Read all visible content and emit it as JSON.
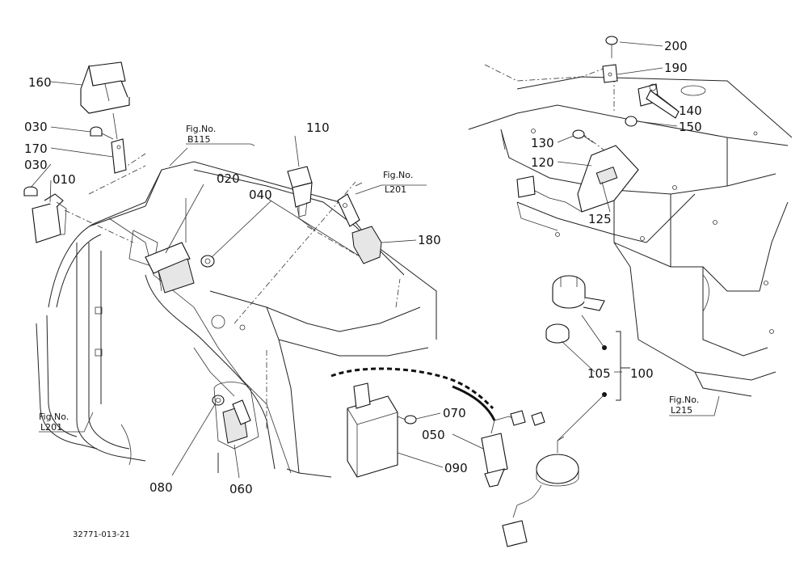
{
  "diagram": {
    "drawing_code": "32771-013-21",
    "callouts": [
      "160",
      "030",
      "170",
      "030",
      "010",
      "020",
      "040",
      "110",
      "180",
      "200",
      "190",
      "140",
      "150",
      "130",
      "120",
      "125",
      "105",
      "100",
      "070",
      "050",
      "090",
      "080",
      "060"
    ],
    "figure_refs": [
      {
        "prefix": "Fig.No.",
        "number": "B115"
      },
      {
        "prefix": "Fig.No.",
        "number": "L201"
      },
      {
        "prefix": "Fig.No.",
        "number": "L201"
      },
      {
        "prefix": "Fig.No.",
        "number": "L215"
      }
    ]
  }
}
